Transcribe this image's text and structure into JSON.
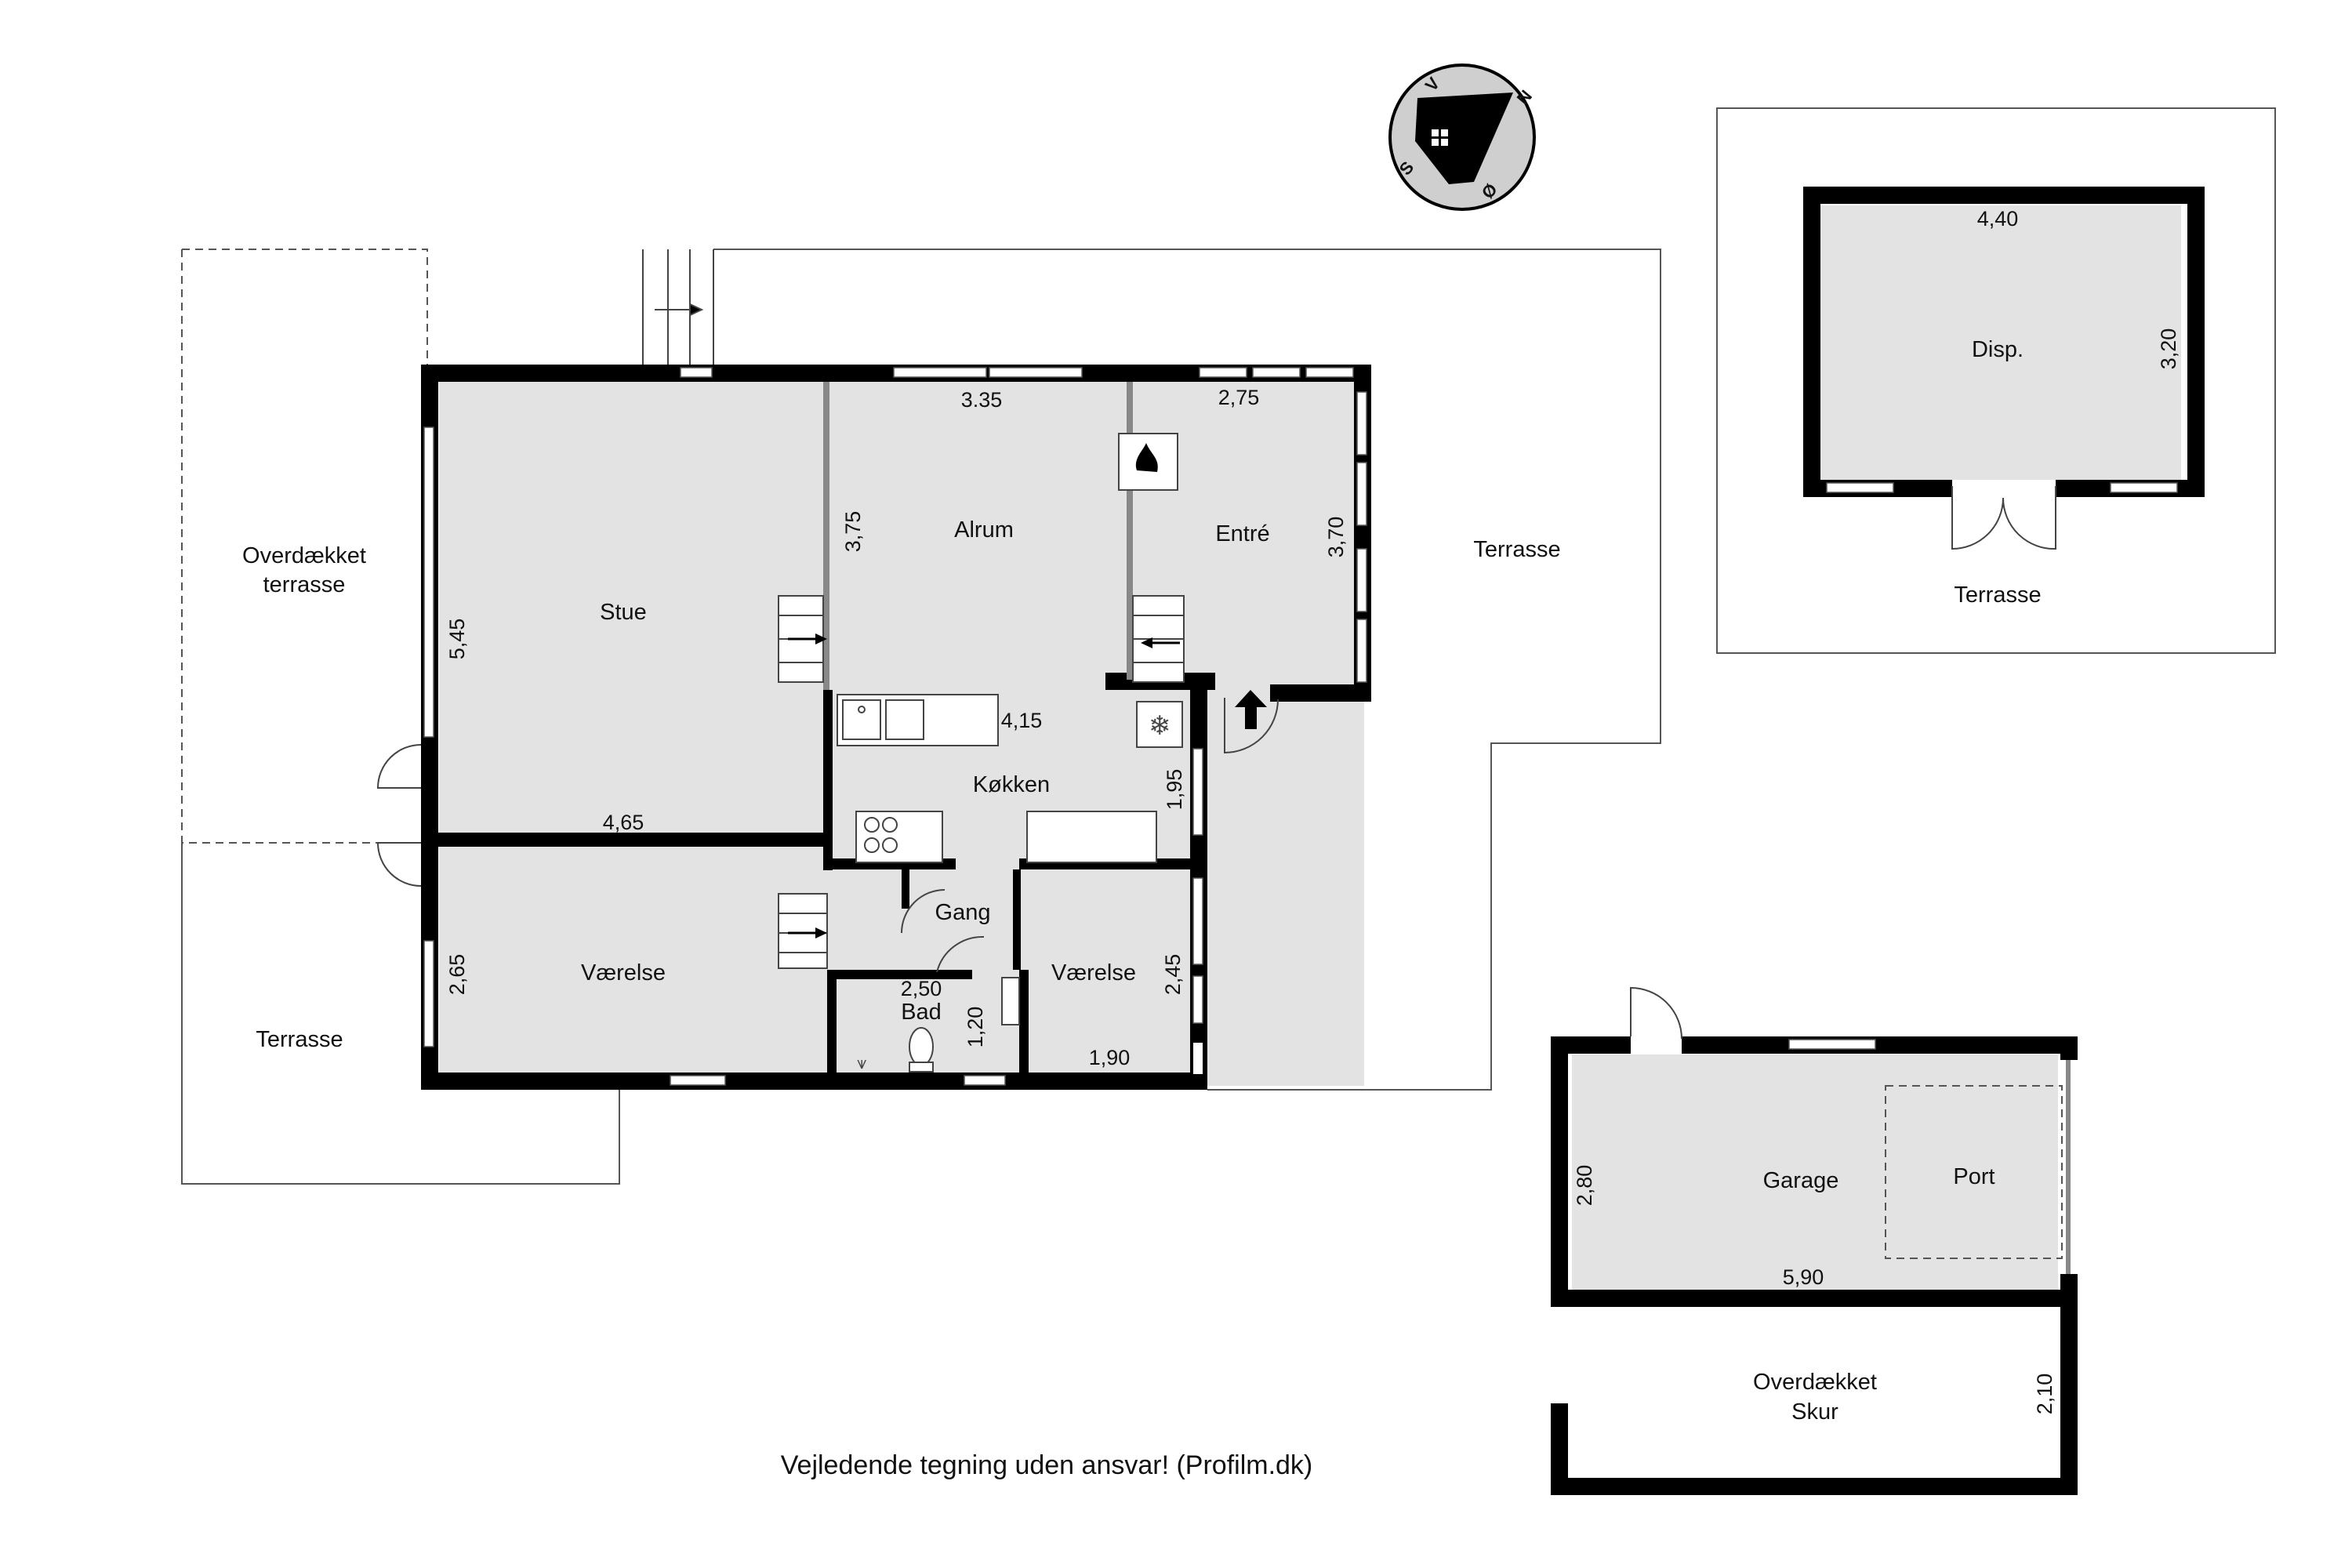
{
  "rooms": {
    "overdaekket_terrasse": [
      "Overdækket",
      "terrasse"
    ],
    "stue": "Stue",
    "alrum": "Alrum",
    "entre": "Entré",
    "terrasse_right": "Terrasse",
    "terrasse_left": "Terrasse",
    "koekken": "Køkken",
    "gang": "Gang",
    "vaerelse_left": "Værelse",
    "vaerelse_right": "Værelse",
    "bad": "Bad",
    "disp": "Disp.",
    "terrasse_disp": "Terrasse",
    "garage": "Garage",
    "port": "Port",
    "overdaekket_skur": [
      "Overdækket",
      "Skur"
    ]
  },
  "dimensions": {
    "stue_height": "5,45",
    "stue_width": "4,65",
    "alrum_height": "3,75",
    "alrum_width": "3.35",
    "entre_width": "2,75",
    "entre_height": "3,70",
    "koekken_width": "4,15",
    "koekken_height": "1,95",
    "vaerelse_left_height": "2,65",
    "bad_width": "2,50",
    "bad_height": "1,20",
    "vaerelse_right_height": "2,45",
    "vaerelse_right_width": "1,90",
    "disp_width": "4,40",
    "disp_height": "3,20",
    "garage_height": "2,80",
    "garage_width": "5,90",
    "skur_height": "2,10"
  },
  "compass": {
    "n": "N",
    "v": "V",
    "s": "S",
    "o": "Ø"
  },
  "footer": "Vejledende tegning uden ansvar! (Profilm.dk)"
}
